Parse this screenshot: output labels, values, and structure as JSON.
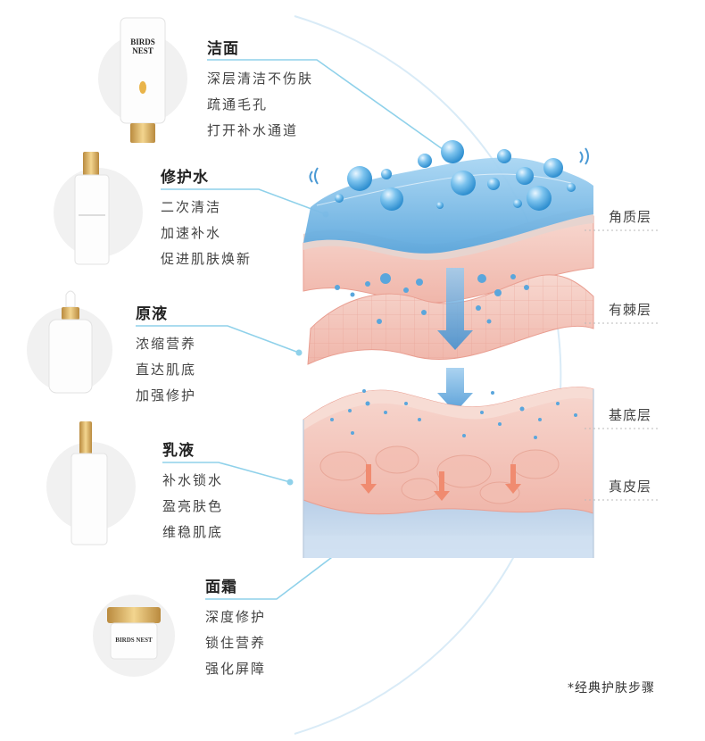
{
  "steps": [
    {
      "title": "洁面",
      "lines": [
        "深层清洁不伤肤",
        "疏通毛孔",
        "打开补水通道"
      ],
      "product": "cleanser-tube"
    },
    {
      "title": "修护水",
      "lines": [
        "二次清洁",
        "加速补水",
        "促进肌肤焕新"
      ],
      "product": "toner-bottle"
    },
    {
      "title": "原液",
      "lines": [
        "浓缩营养",
        "直达肌底",
        "加强修护"
      ],
      "product": "serum-dropper-bottle"
    },
    {
      "title": "乳液",
      "lines": [
        "补水锁水",
        "盈亮肤色",
        "维稳肌底"
      ],
      "product": "lotion-pump-bottle"
    },
    {
      "title": "面霜",
      "lines": [
        "深度修护",
        "锁住营养",
        "强化屏障"
      ],
      "product": "cream-jar"
    }
  ],
  "brand": "BIRDS NEST",
  "skin_layers": [
    "角质层",
    "有棘层",
    "基底层",
    "真皮层"
  ],
  "footnote": "*经典护肤步骤",
  "colors": {
    "leader_line": "#8fd1ea",
    "water_drop": "#6fb8e8",
    "epidermis": "#f6c9c0",
    "dermis": "#c7dbef",
    "stratum": "#8fbfe6",
    "gold_cap": "#d7a95a"
  }
}
